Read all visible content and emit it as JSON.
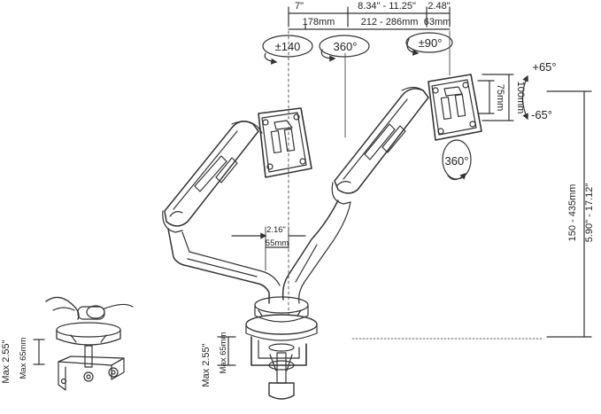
{
  "dimensions": {
    "top_inch_1": "7\"",
    "top_inch_2": "8.34\" - 11.25\"",
    "top_inch_3": "2.48\"",
    "top_mm_1": "178mm",
    "top_mm_2": "212 - 286mm",
    "top_mm_3": "63mm",
    "rotate_140": "±140",
    "rotate_360_top": "360°",
    "rotate_90": "±90°",
    "rotate_360_plate": "360°",
    "tilt_up": "+65°",
    "tilt_down": "-65°",
    "vesa_100": "100mm",
    "vesa_75": "75mm",
    "height_inch": "5.90\" - 17.12\"",
    "height_mm": "150 - 435mm",
    "depth_inch": "2.16\"",
    "depth_mm": "55mm",
    "clamp_inch_left": "Max 2.55\"",
    "clamp_mm_left": "Max 65mm",
    "clamp_inch_center": "Max 2.55\"",
    "clamp_mm_center": "Max 65mm"
  }
}
